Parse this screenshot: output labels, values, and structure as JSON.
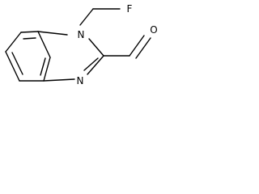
{
  "molecule": {
    "atoms": [
      {
        "id": "F",
        "symbol": "F"
      },
      {
        "id": "N1",
        "symbol": "N"
      },
      {
        "id": "N3",
        "symbol": "N"
      },
      {
        "id": "O",
        "symbol": "O"
      }
    ]
  }
}
